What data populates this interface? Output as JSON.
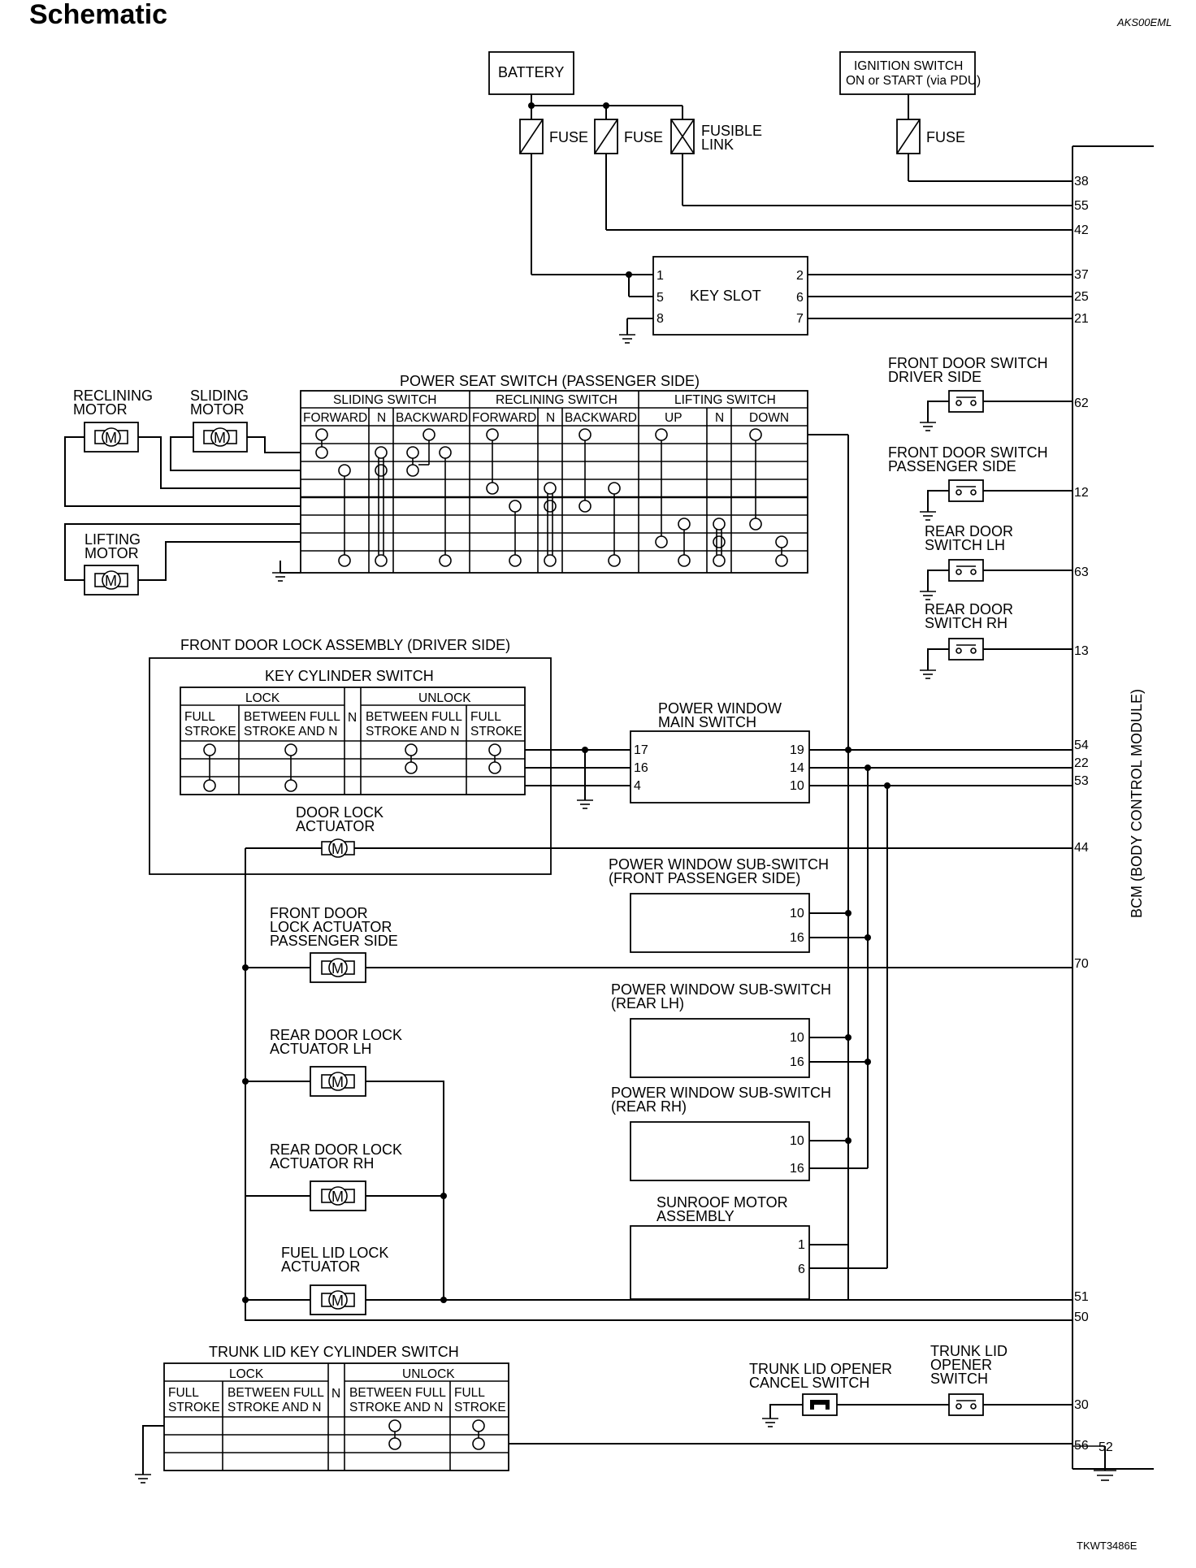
{
  "page": {
    "title": "Schematic",
    "code_top": "AKS00EML",
    "code_bottom": "TKWT3486E"
  },
  "bcm": {
    "label": "BCM (BODY CONTROL MODULE)",
    "pins": [
      "38",
      "55",
      "42",
      "37",
      "25",
      "21",
      "62",
      "12",
      "63",
      "13",
      "54",
      "22",
      "53",
      "44",
      "70",
      "51",
      "50",
      "30",
      "56",
      "52"
    ]
  },
  "battery": {
    "label": "BATTERY",
    "fuse1": "FUSE",
    "fuse2": "FUSE",
    "fusible_link": [
      "FUSIBLE",
      "LINK"
    ]
  },
  "ignition": {
    "label": [
      "IGNITION SWITCH",
      "ON or START (via PDU)"
    ],
    "fuse": "FUSE"
  },
  "key_slot": {
    "label": "KEY SLOT",
    "left_pins": [
      "1",
      "5",
      "8"
    ],
    "right_pins": [
      "2",
      "6",
      "7"
    ]
  },
  "power_seat": {
    "title": "POWER SEAT SWITCH (PASSENGER SIDE)",
    "groups": [
      "SLIDING SWITCH",
      "RECLINING SWITCH",
      "LIFTING SWITCH"
    ],
    "columns": [
      "FORWARD",
      "N",
      "BACKWARD",
      "FORWARD",
      "N",
      "BACKWARD",
      "UP",
      "N",
      "DOWN"
    ]
  },
  "motors": {
    "reclining": [
      "RECLINING",
      "MOTOR"
    ],
    "sliding": [
      "SLIDING",
      "MOTOR"
    ],
    "lifting": [
      "LIFTING",
      "MOTOR"
    ],
    "symbol": "M"
  },
  "door_switches": {
    "front_driver": [
      "FRONT DOOR SWITCH",
      "DRIVER SIDE"
    ],
    "front_passenger": [
      "FRONT DOOR SWITCH",
      "PASSENGER SIDE"
    ],
    "rear_lh": [
      "REAR DOOR",
      "SWITCH LH"
    ],
    "rear_rh": [
      "REAR DOOR",
      "SWITCH RH"
    ]
  },
  "front_door_lock": {
    "assembly": "FRONT DOOR LOCK ASSEMBLY (DRIVER SIDE)",
    "key_cylinder": "KEY CYLINDER SWITCH",
    "lock": "LOCK",
    "unlock": "UNLOCK",
    "n": "N",
    "cols": [
      [
        "FULL",
        "STROKE"
      ],
      [
        "BETWEEN FULL",
        "STROKE AND N"
      ],
      [
        "BETWEEN FULL",
        "STROKE AND N"
      ],
      [
        "FULL",
        "STROKE"
      ]
    ],
    "actuator": [
      "DOOR LOCK",
      "ACTUATOR"
    ]
  },
  "pw_main": {
    "label": [
      "POWER WINDOW",
      "MAIN SWITCH"
    ],
    "left_pins": [
      "17",
      "16",
      "4"
    ],
    "right_pins": [
      "19",
      "14",
      "10"
    ]
  },
  "pw_sub_fp": {
    "label": [
      "POWER WINDOW SUB-SWITCH",
      "(FRONT PASSENGER SIDE)"
    ],
    "pins": [
      "10",
      "16"
    ]
  },
  "pw_sub_rlh": {
    "label": [
      "POWER WINDOW SUB-SWITCH",
      "(REAR LH)"
    ],
    "pins": [
      "10",
      "16"
    ]
  },
  "pw_sub_rrh": {
    "label": [
      "POWER WINDOW SUB-SWITCH",
      "(REAR RH)"
    ],
    "pins": [
      "10",
      "16"
    ]
  },
  "sunroof": {
    "label": [
      "SUNROOF MOTOR",
      "ASSEMBLY"
    ],
    "pins": [
      "1",
      "6"
    ]
  },
  "actuators": {
    "front_pass": [
      "FRONT DOOR",
      "LOCK ACTUATOR",
      "PASSENGER SIDE"
    ],
    "rear_lh": [
      "REAR DOOR LOCK",
      "ACTUATOR LH"
    ],
    "rear_rh": [
      "REAR DOOR LOCK",
      "ACTUATOR RH"
    ],
    "fuel_lid": [
      "FUEL LID LOCK",
      "ACTUATOR"
    ]
  },
  "trunk_key": {
    "title": "TRUNK LID KEY CYLINDER SWITCH",
    "lock": "LOCK",
    "unlock": "UNLOCK",
    "n": "N",
    "cols": [
      [
        "FULL",
        "STROKE"
      ],
      [
        "BETWEEN FULL",
        "STROKE AND N"
      ],
      [
        "BETWEEN FULL",
        "STROKE AND N"
      ],
      [
        "FULL",
        "STROKE"
      ]
    ]
  },
  "trunk_cancel": [
    "TRUNK LID OPENER",
    "CANCEL SWITCH"
  ],
  "trunk_opener": [
    "TRUNK LID",
    "OPENER",
    "SWITCH"
  ]
}
